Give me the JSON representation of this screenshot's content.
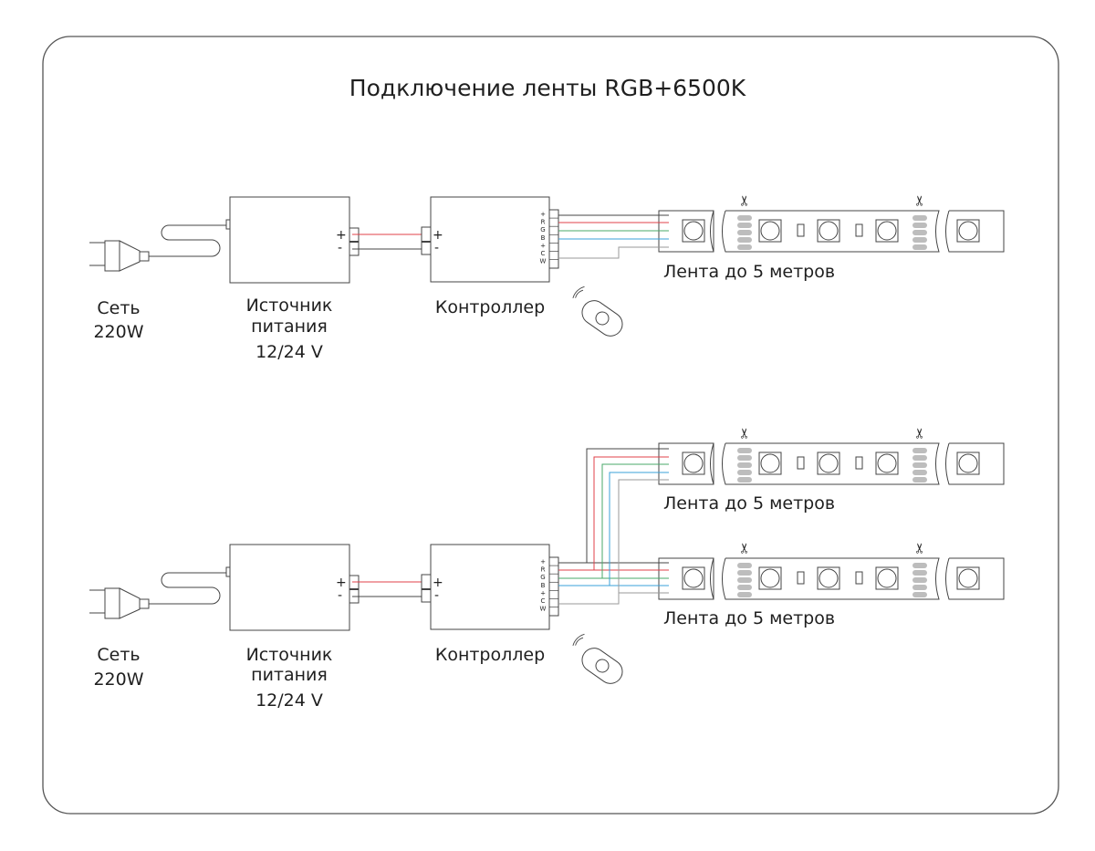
{
  "title": "Подключение ленты RGB+6500K",
  "terminals": {
    "plus": "+",
    "minus": "-"
  },
  "controller_pins": [
    "+",
    "R",
    "G",
    "B",
    "+",
    "C",
    "W"
  ],
  "colors": {
    "frame": "#555555",
    "line": "#444444",
    "red": "#e0404a",
    "green": "#4aa86a",
    "blue": "#3aa0d8",
    "gray": "#9a9a9a",
    "pad": "#bdbdbd"
  },
  "sections": [
    {
      "mains": {
        "line1": "Сеть",
        "line2": "220W"
      },
      "psu": {
        "line1": "Источник",
        "line2": "питания",
        "line3": "12/24 V"
      },
      "controller": "Контроллер",
      "strips": [
        "Лента до 5 метров"
      ]
    },
    {
      "mains": {
        "line1": "Сеть",
        "line2": "220W"
      },
      "psu": {
        "line1": "Источник",
        "line2": "питания",
        "line3": "12/24 V"
      },
      "controller": "Контроллер",
      "strips": [
        "Лента до 5 метров",
        "Лента до 5 метров"
      ]
    }
  ]
}
